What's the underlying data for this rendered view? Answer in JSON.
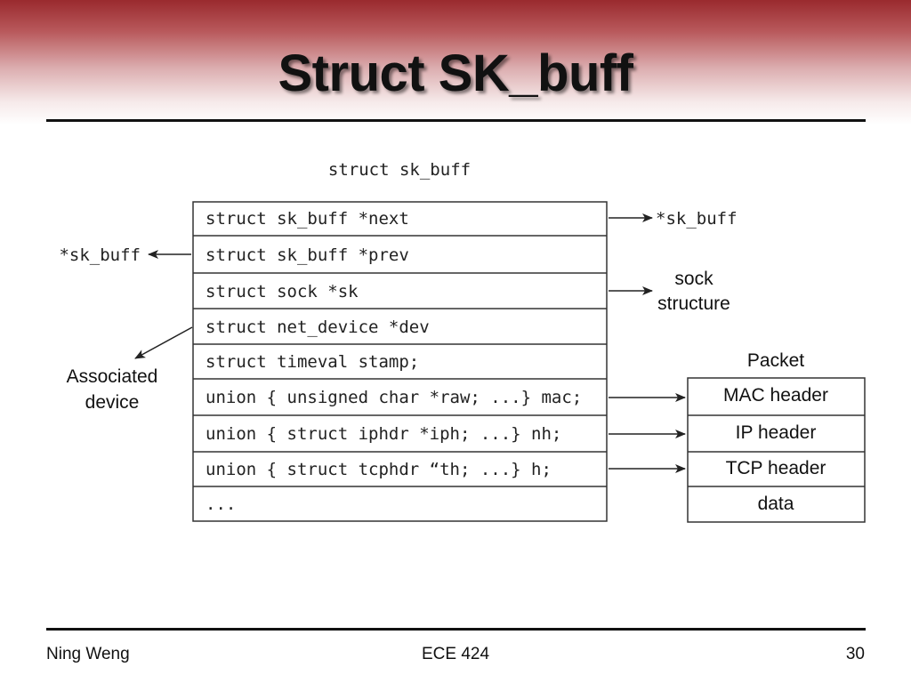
{
  "slide": {
    "title": "Struct SK_buff"
  },
  "diagram": {
    "struct_label": "struct sk_buff",
    "fields": [
      "struct sk_buff *next",
      "struct sk_buff *prev",
      "struct sock *sk",
      "struct net_device *dev",
      "struct timeval stamp;",
      "union { unsigned char *raw; ...} mac;",
      "union { struct iphdr *iph; ...} nh;",
      "union { struct tcphdr “th; ...} h;",
      "..."
    ],
    "next_target": "*sk_buff",
    "prev_target": "*sk_buff",
    "sock_target_line1": "sock",
    "sock_target_line2": "structure",
    "device_label_line1": "Associated",
    "device_label_line2": "device",
    "packet_title": "Packet",
    "packet_parts": [
      "MAC header",
      "IP header",
      "TCP header",
      "data"
    ]
  },
  "footer": {
    "author": "Ning Weng",
    "course": "ECE 424",
    "page": "30"
  }
}
